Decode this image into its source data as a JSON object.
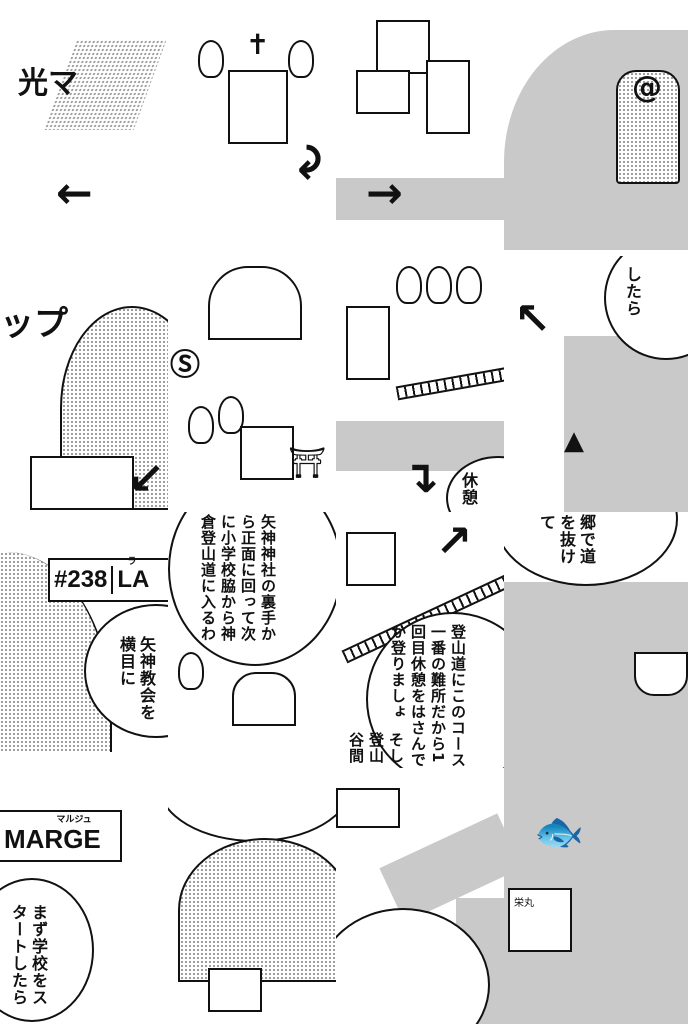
{
  "tiles": {
    "r0c0": {
      "title_text": "光マ"
    },
    "r1c0": {
      "title_text": "ップ"
    },
    "r1c3": {
      "fragment": "したら"
    },
    "r1c2": {
      "fragment": "休憩"
    },
    "r2c0": {
      "sign_number": "#238",
      "sign_word": "LA",
      "sign_ruby": "ラ",
      "bubble_text": "矢神教会を横目に"
    },
    "r2c1": {
      "bubble_text": "矢神神社の裏手から正面に回って次に小学校脇から神倉登山道に入るわ"
    },
    "r2c2": {
      "bubble_text": "登山道にこのコース一番の難所だから1回目休憩をはさんでか登りましょ",
      "bubble_text_2": "そし登山谷間"
    },
    "r2c3": {
      "bubble_text": "郷で道を抜けて"
    },
    "r3c0": {
      "sign_word": "MARGE",
      "sign_ruby": "マルジュ",
      "bubble_text": "まず学校をスタートしたら"
    },
    "r3c3": {
      "boat_label": "栄丸"
    }
  }
}
